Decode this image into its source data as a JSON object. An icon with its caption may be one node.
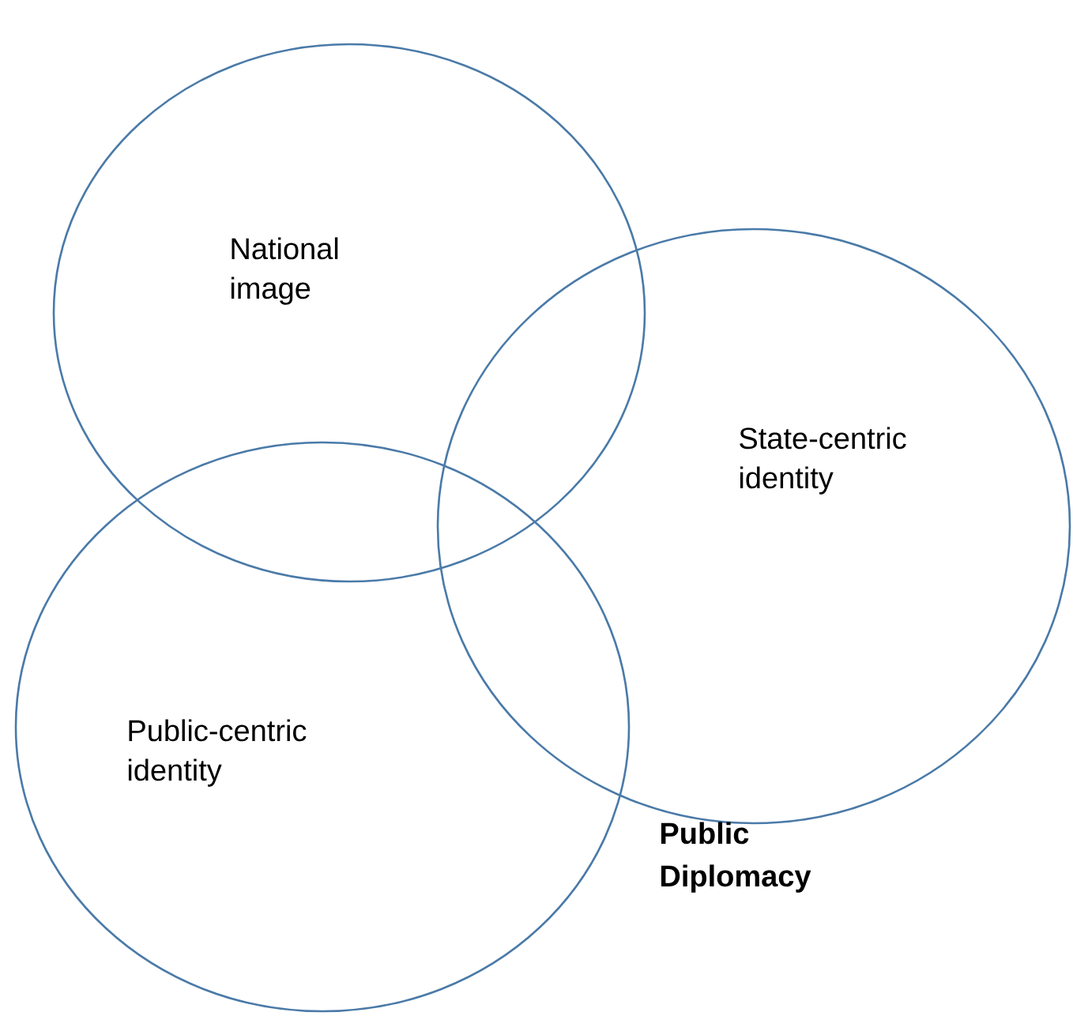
{
  "diagram": {
    "nodes": [
      {
        "text": [
          "National image"
        ]
      },
      {
        "text": [
          "State-centric identity"
        ]
      },
      {
        "text": [
          "Public-centric identity"
        ]
      }
    ],
    "labels": [
      "Public Diplomacy"
    ]
  }
}
